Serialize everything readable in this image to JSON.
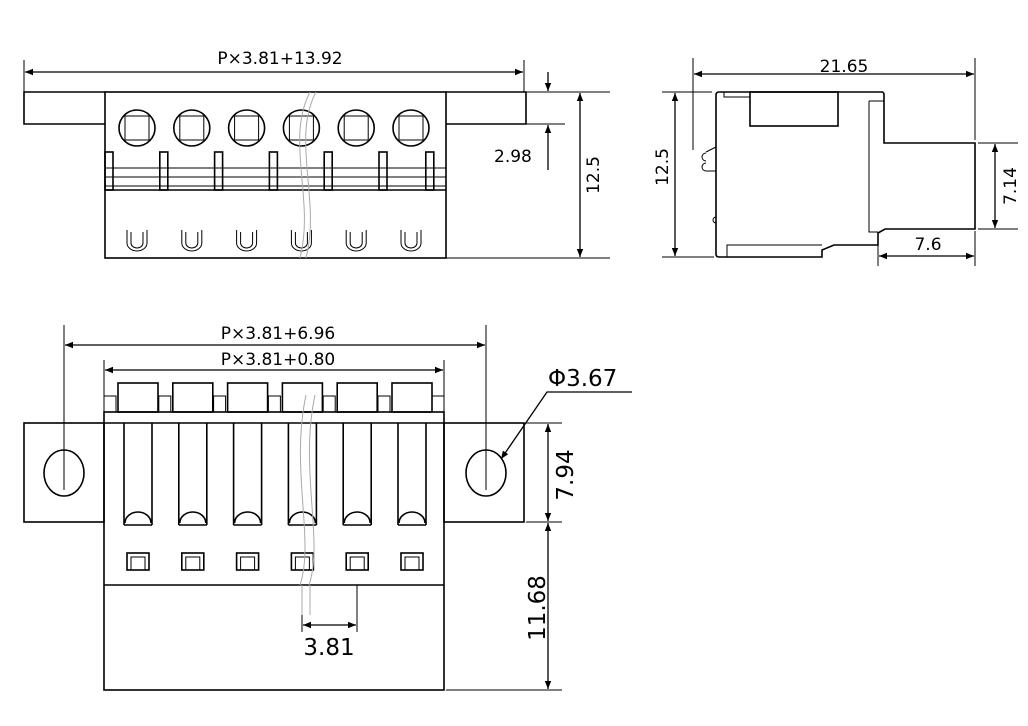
{
  "drawing": {
    "pole_count": 6,
    "top_view": {
      "overall_width": "P×3.81+13.92",
      "flange_height": "2.98",
      "height": "12.5"
    },
    "side_view": {
      "depth": "21.65",
      "height": "12.5",
      "plug_height": "7.14",
      "plug_length": "7.6"
    },
    "front_view": {
      "flange_hole_span": "P×3.81+6.96",
      "body_width": "P×3.81+0.80",
      "hole_diameter": "Φ3.67",
      "flange_height": "7.94",
      "lower_height": "11.68",
      "pitch": "3.81"
    }
  }
}
